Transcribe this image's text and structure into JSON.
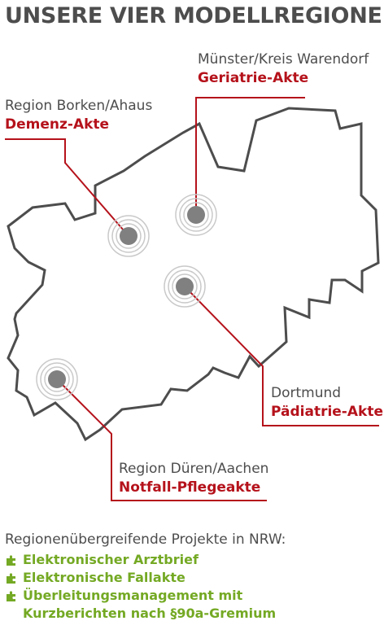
{
  "title": "UNSERE VIER MODELLREGIONEN",
  "regions": [
    {
      "name": "Münster/Kreis Warendorf",
      "project": "Geriatrie-Akte"
    },
    {
      "name": "Region Borken/Ahaus",
      "project": "Demenz-Akte"
    },
    {
      "name": "Dortmund",
      "project": "Pädiatrie-Akte"
    },
    {
      "name": "Region Düren/Aachen",
      "project": "Notfall-Pflegeakte"
    }
  ],
  "footer": {
    "heading": "Regionenübergreifende Projekte in NRW:",
    "items": [
      {
        "text": "Elektronischer Arztbrief",
        "icon": "puzzle-icon"
      },
      {
        "text": "Elektronische Fallakte",
        "icon": "puzzle-icon"
      },
      {
        "text": "Überleitungsmanagement mit",
        "icon": "puzzle-icon"
      },
      {
        "text": "Kurzberichten nach §90a-Gremium",
        "icon": ""
      }
    ]
  },
  "colors": {
    "accent": "#b5121b",
    "outline": "#4d4d4d",
    "marker": "#808080",
    "green": "#74a924"
  }
}
